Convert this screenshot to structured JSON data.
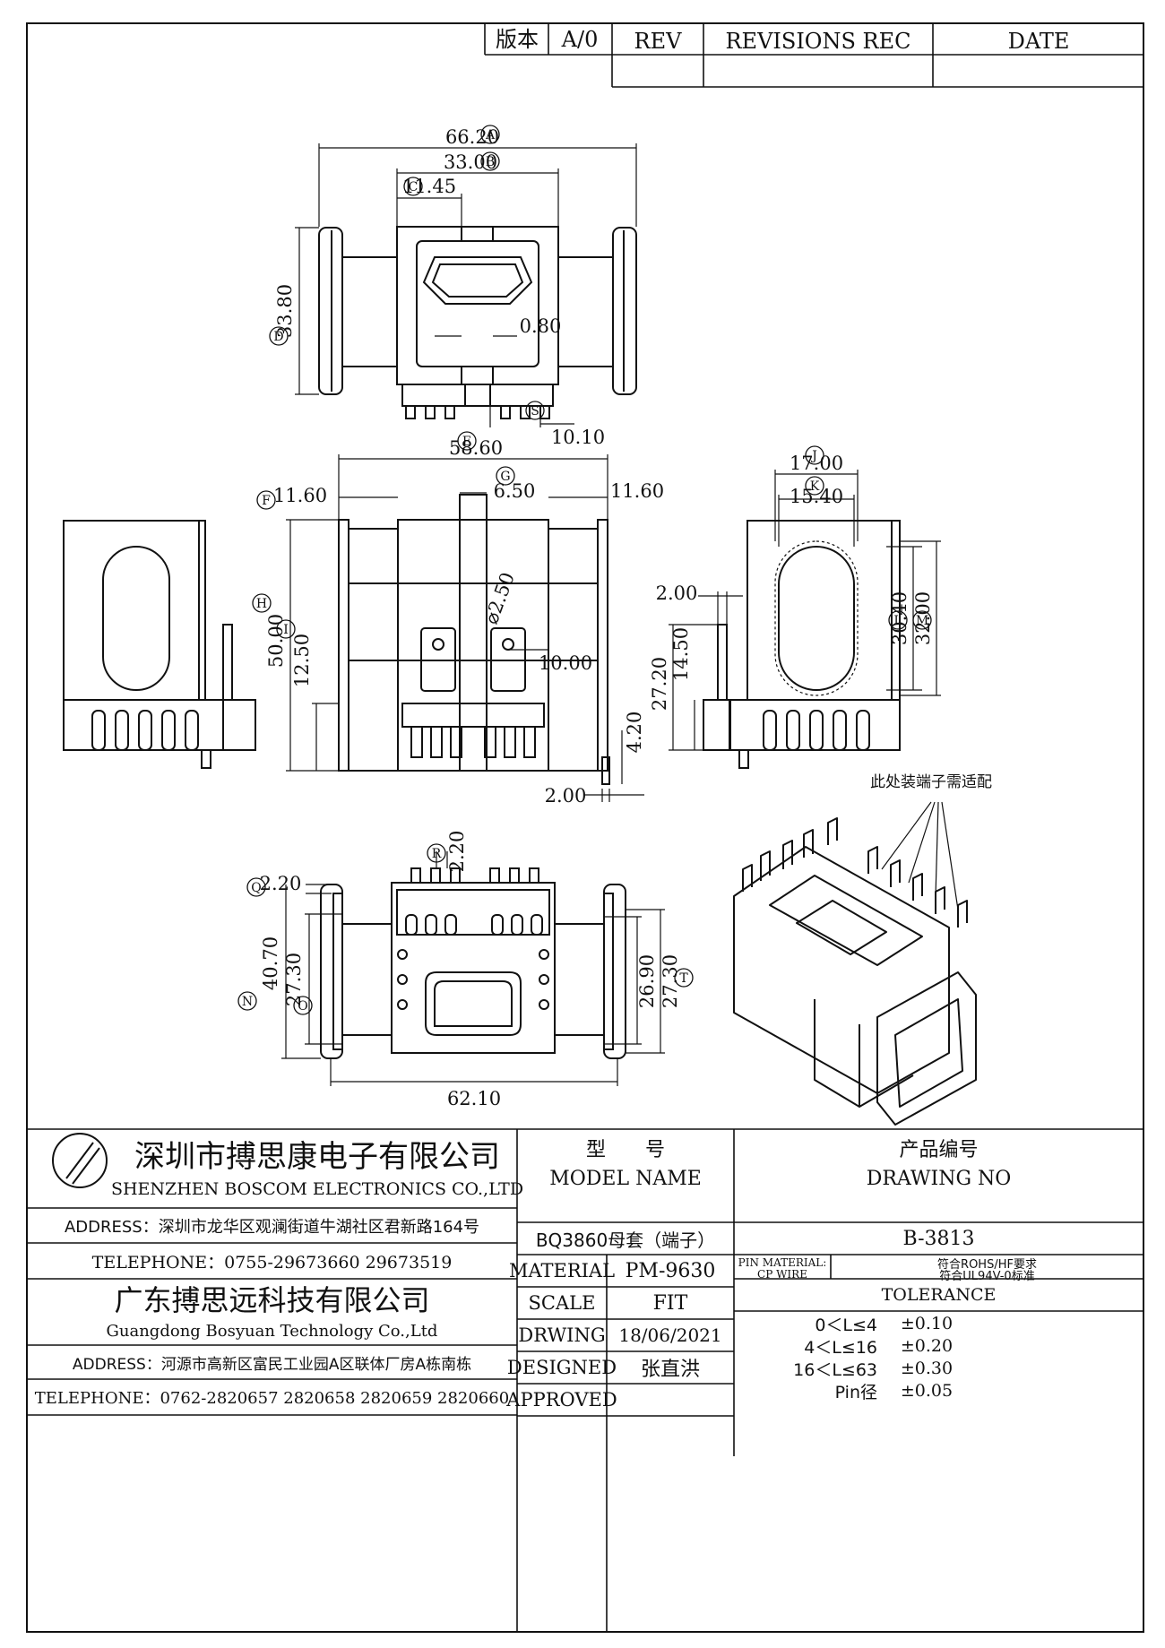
{
  "revision_block": {
    "version_label": "版本",
    "version_value": "A/0",
    "rev_label": "REV",
    "revisions_label": "REVISIONS REC",
    "date_label": "DATE"
  },
  "dimensions": {
    "top_view": {
      "A": "66.20",
      "B": "33.00",
      "C": "11.45",
      "D": "33.80",
      "gap": "0.80",
      "S": "10.10"
    },
    "front_view": {
      "E": "58.60",
      "F": "11.60",
      "G": "6.50",
      "right_flange": "11.60",
      "H": "50.00",
      "I": "12.50",
      "hole": "⌀2.50",
      "pin_spacing": "10.00",
      "pin_len": "4.20",
      "pin_w": "2.00"
    },
    "side_view": {
      "J": "17.00",
      "K": "15.40",
      "pin_w": "2.00",
      "h1": "14.50",
      "h2": "27.20",
      "L": "30.40",
      "M": "32.00"
    },
    "bottom_view": {
      "R": "2.20",
      "Q": "2.20",
      "N": "40.70",
      "O": "27.30",
      "inner": "26.90",
      "T": "27.30",
      "width": "62.10"
    },
    "circle_labels": [
      "A",
      "B",
      "C",
      "D",
      "E",
      "F",
      "G",
      "H",
      "I",
      "J",
      "K",
      "L",
      "M",
      "N",
      "O",
      "Q",
      "R",
      "S",
      "T"
    ]
  },
  "annotation": "此处装端子需适配",
  "title_block": {
    "company_cn": "深圳市搏思康电子有限公司",
    "company_en": "SHENZHEN BOSCOM ELECTRONICS CO.,LTD",
    "address1": "ADDRESS：深圳市龙华区观澜街道牛湖社区君新路164号",
    "telephone1": "TELEPHONE：0755-29673660 29673519",
    "company2_cn": "广东搏思远科技有限公司",
    "company2_en": "Guangdong Bosyuan Technology Co.,Ltd",
    "address2": "ADDRESS：河源市高新区富民工业园A区联体厂房A栋南栋",
    "telephone2": "TELEPHONE：0762-2820657 2820658 2820659 2820660",
    "model_cn": "型　　号",
    "model_en": "MODEL NAME",
    "model_value": "BQ3860母套（端子）",
    "drawing_no_cn": "产品编号",
    "drawing_no_en": "DRAWING NO",
    "drawing_no_value": "B-3813",
    "material_label": "MATERIAL",
    "material_value": "PM-9630",
    "scale_label": "SCALE",
    "scale_value": "FIT",
    "drawing_label": "DRWING",
    "drawing_value": "18/06/2021",
    "designed_label": "DESIGNED",
    "designed_value": "张直洪",
    "approved_label": "APPROVED",
    "approved_value": "",
    "pin_material_label": "PIN MATERIAL:",
    "pin_material_value": "CP WIRE",
    "rohs": "符合ROHS/HF要求",
    "ul": "符合UL94V-0标准",
    "tolerance_label": "TOLERANCE",
    "tolerances": [
      {
        "range": "0＜L≤4",
        "value": "±0.10"
      },
      {
        "range": "4＜L≤16",
        "value": "±0.20"
      },
      {
        "range": "16＜L≤63",
        "value": "±0.30"
      },
      {
        "range": "Pin径",
        "value": "±0.05"
      }
    ]
  }
}
